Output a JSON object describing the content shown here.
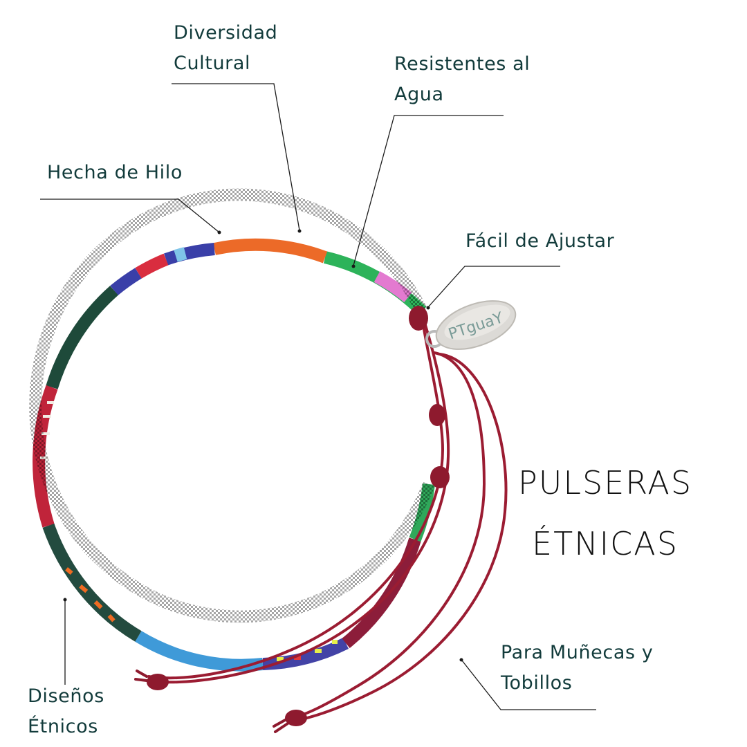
{
  "title": {
    "line1": "PULSERAS",
    "line2": "ÉTNICAS"
  },
  "features": [
    {
      "id": "diversidad",
      "line1": "Diversidad",
      "line2": "Cultural"
    },
    {
      "id": "resistentes",
      "line1": "Resistentes al",
      "line2": "Agua"
    },
    {
      "id": "hilo",
      "line1": "Hecha de Hilo",
      "line2": ""
    },
    {
      "id": "ajustar",
      "line1": "Fácil de Ajustar",
      "line2": ""
    },
    {
      "id": "disenos",
      "line1": "Diseños",
      "line2": "Étnicos"
    },
    {
      "id": "munecas",
      "line1": "Para Muñecas y",
      "line2": "Tobillos"
    }
  ],
  "tag": {
    "text": "PTguaY"
  },
  "colors": {
    "label_text": "#123b3b",
    "title_text": "#111111",
    "cord": "#9b1c32",
    "leader_line": "#1a1a1a"
  }
}
